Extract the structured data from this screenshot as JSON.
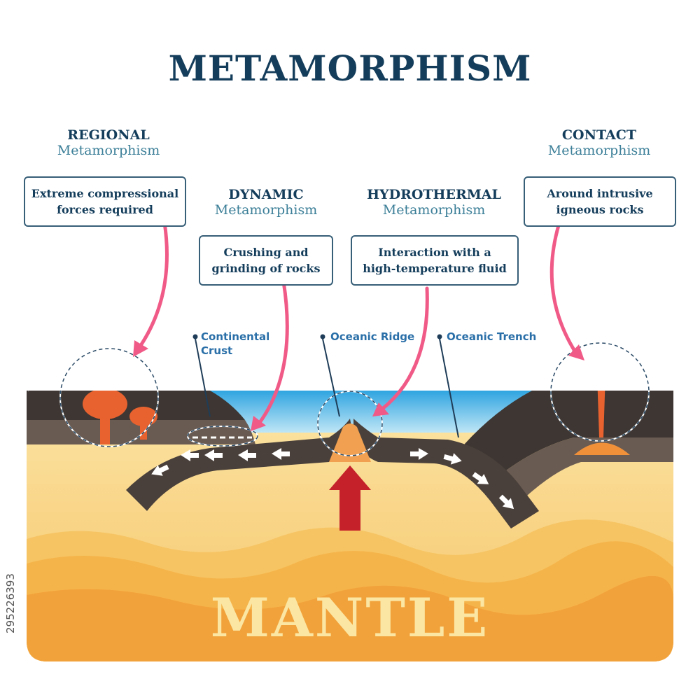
{
  "title": "METAMORPHISM",
  "types": {
    "regional": {
      "name": "REGIONAL",
      "sub": "Metamorphism",
      "desc_line1": "Extreme compressional",
      "desc_line2": "forces required"
    },
    "dynamic": {
      "name": "DYNAMIC",
      "sub": "Metamorphism",
      "desc_line1": "Crushing and",
      "desc_line2": "grinding of rocks"
    },
    "hydrothermal": {
      "name": "HYDROTHERMAL",
      "sub": "Metamorphism",
      "desc_line1": "Interaction with a",
      "desc_line2": "high-temperature fluid"
    },
    "contact": {
      "name": "CONTACT",
      "sub": "Metamorphism",
      "desc_line1": "Around intrusive",
      "desc_line2": "igneous rocks"
    }
  },
  "labels": {
    "continental_crust_1": "Continental",
    "continental_crust_2": "Crust",
    "oceanic_ridge": "Oceanic Ridge",
    "oceanic_trench": "Oceanic Trench"
  },
  "mantle": "MANTLE",
  "stock_id": "295226393",
  "colors": {
    "title": "#143d5b",
    "subtitle": "#3c7f98",
    "arrow_pink": "#f05a87",
    "ocean": "#6cc3ea",
    "plate": "#4a403b",
    "mantle_top": "#f9d98a",
    "mantle_bottom": "#f19a2b",
    "magma": "#e8622f",
    "upwelling_arrow": "#c4212b"
  }
}
